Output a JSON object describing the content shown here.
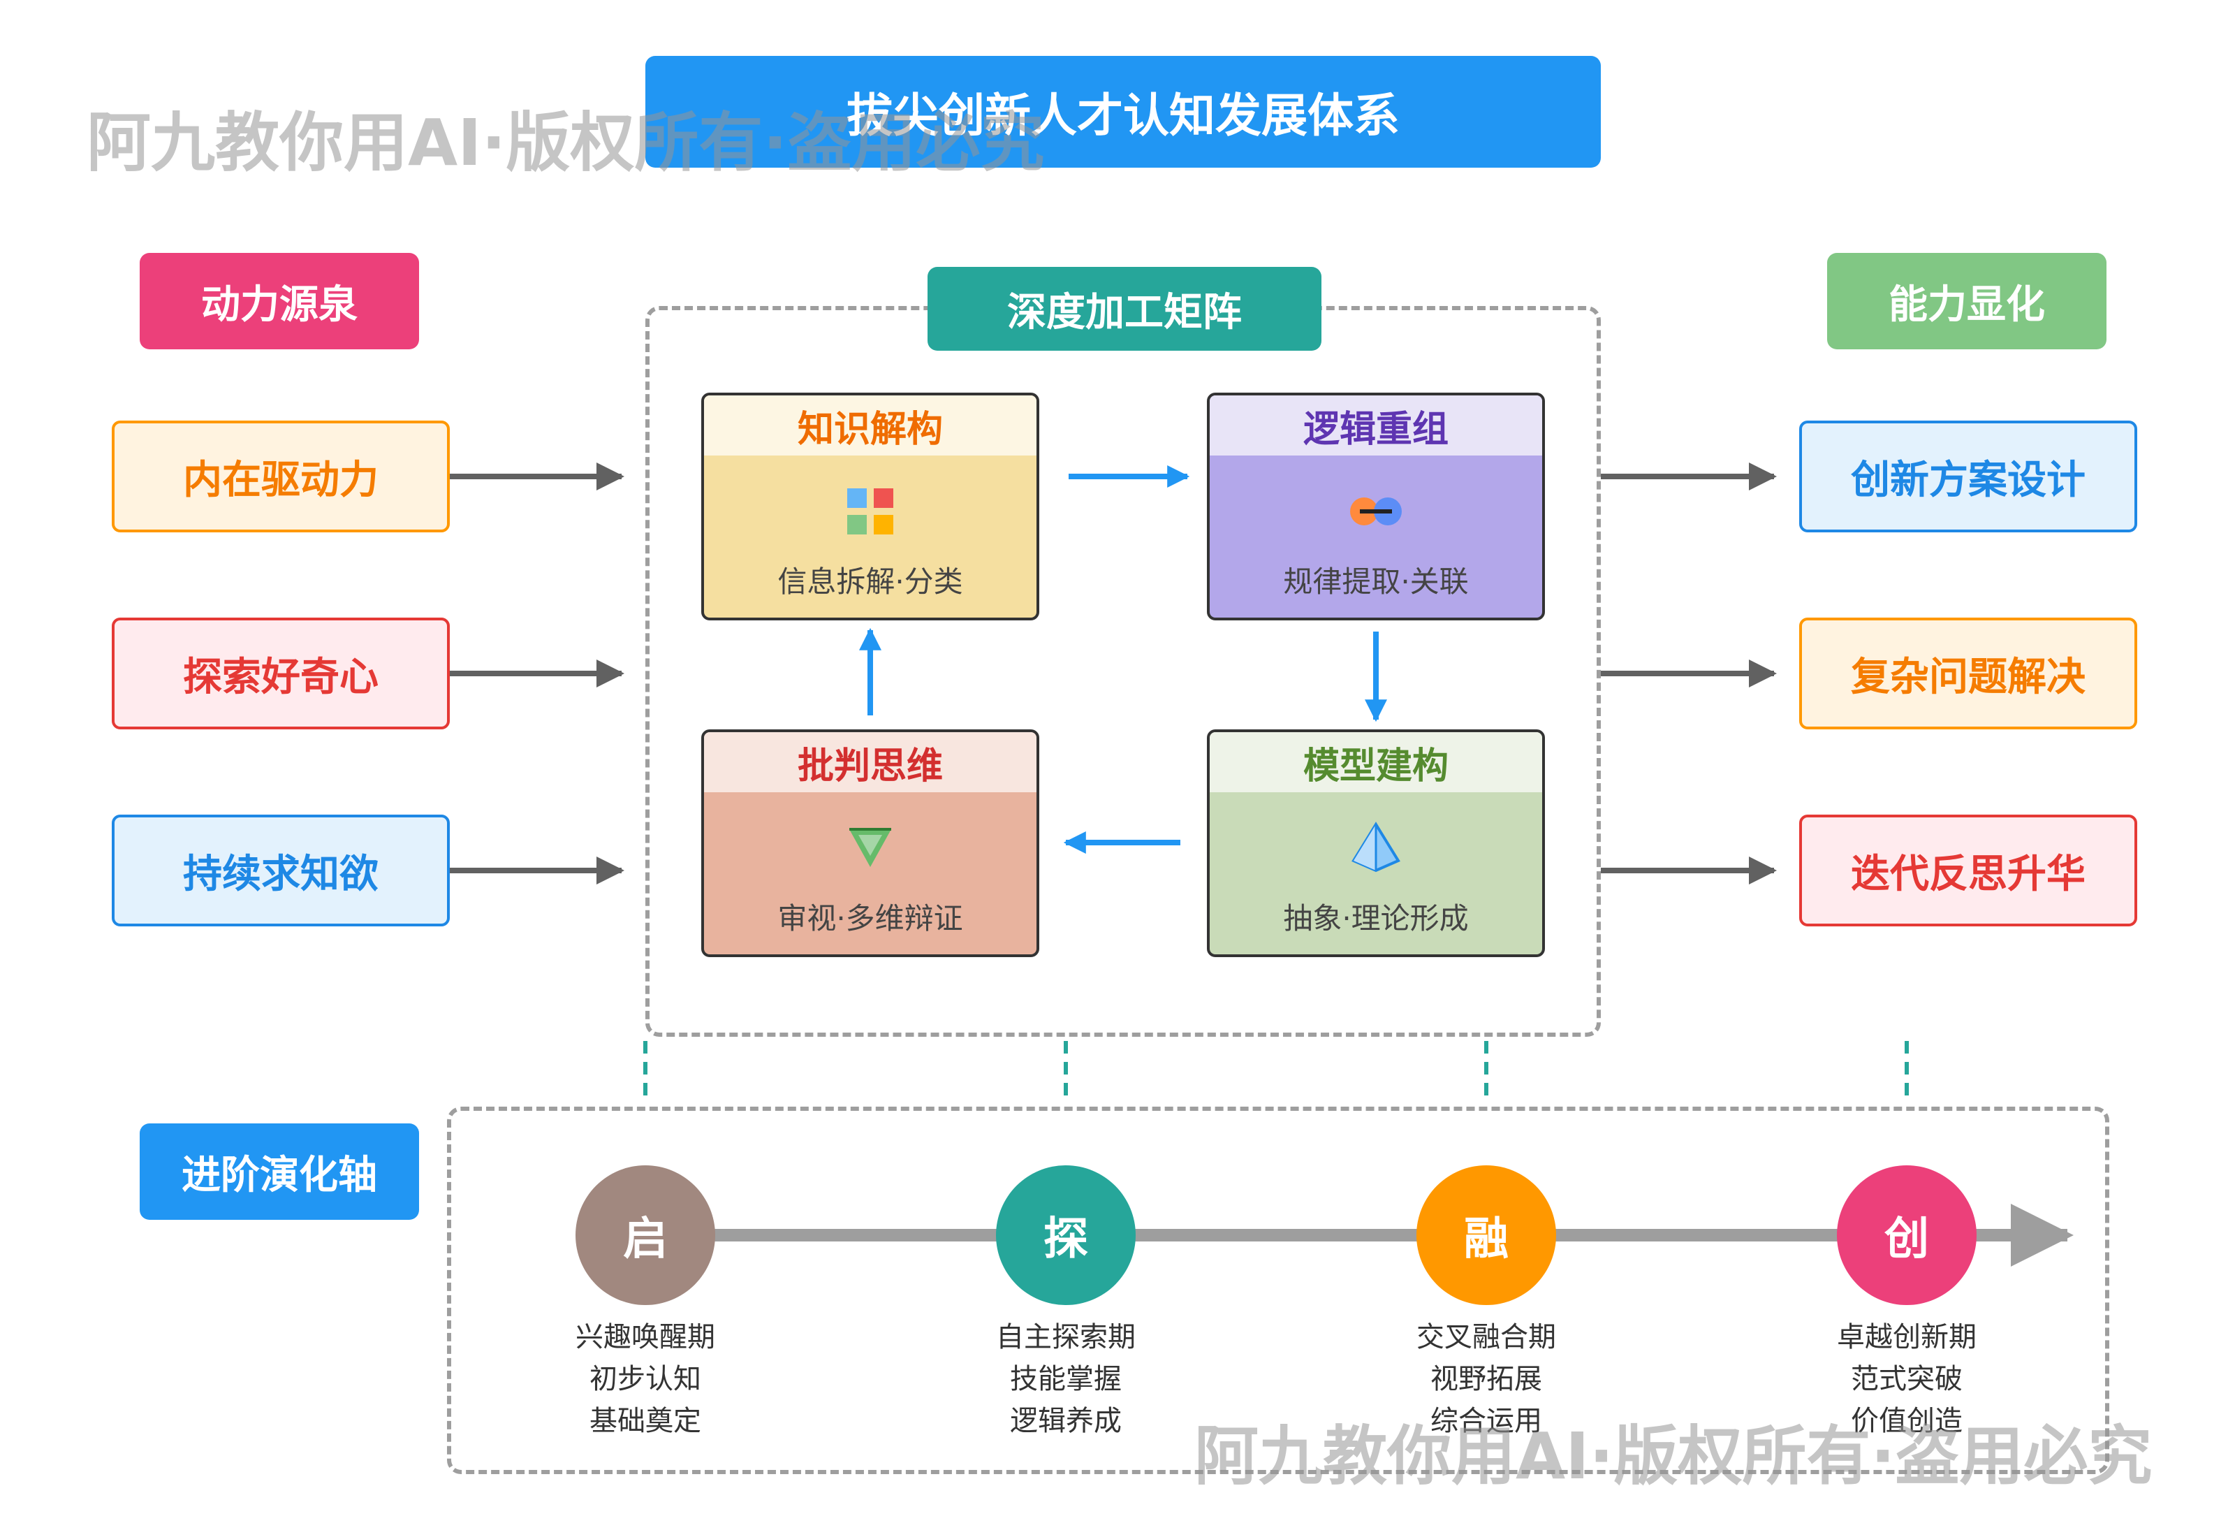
{
  "title": "拔尖创新人才认知发展体系",
  "watermark": "阿九教你用AI·版权所有·盗用必究",
  "left": {
    "tag": "动力源泉",
    "items": [
      "内在驱动力",
      "探索好奇心",
      "持续求知欲"
    ]
  },
  "center": {
    "tag": "深度加工矩阵",
    "cards": [
      {
        "title": "知识解构",
        "desc": "信息拆解·分类"
      },
      {
        "title": "逻辑重组",
        "desc": "规律提取·关联"
      },
      {
        "title": "批判思维",
        "desc": "审视·多维辩证"
      },
      {
        "title": "模型建构",
        "desc": "抽象·理论形成"
      }
    ]
  },
  "right": {
    "tag": "能力显化",
    "items": [
      "创新方案设计",
      "复杂问题解决",
      "迭代反思升华"
    ]
  },
  "axis": {
    "tag": "进阶演化轴",
    "stages": [
      {
        "symbol": "启",
        "name": "兴趣唤醒期",
        "line1": "初步认知",
        "line2": "基础奠定"
      },
      {
        "symbol": "探",
        "name": "自主探索期",
        "line1": "技能掌握",
        "line2": "逻辑养成"
      },
      {
        "symbol": "融",
        "name": "交叉融合期",
        "line1": "视野拓展",
        "line2": "综合运用"
      },
      {
        "symbol": "创",
        "name": "卓越创新期",
        "line1": "范式突破",
        "line2": "价值创造"
      }
    ]
  },
  "colors": {
    "title_blue": "#2196f3",
    "pink": "#ec407a",
    "teal": "#26a69a",
    "green": "#81c784",
    "orange": "#ff9800",
    "red": "#e53935",
    "blue": "#1e88e5",
    "stage1": "#a1887f",
    "stage2": "#26a69a",
    "stage3": "#ff9800",
    "stage4": "#ec407a"
  },
  "icons": {
    "card1": "grid-squares-icon",
    "card2": "link-circles-icon",
    "card3": "triangle-down-icon",
    "card4": "prism-icon"
  }
}
